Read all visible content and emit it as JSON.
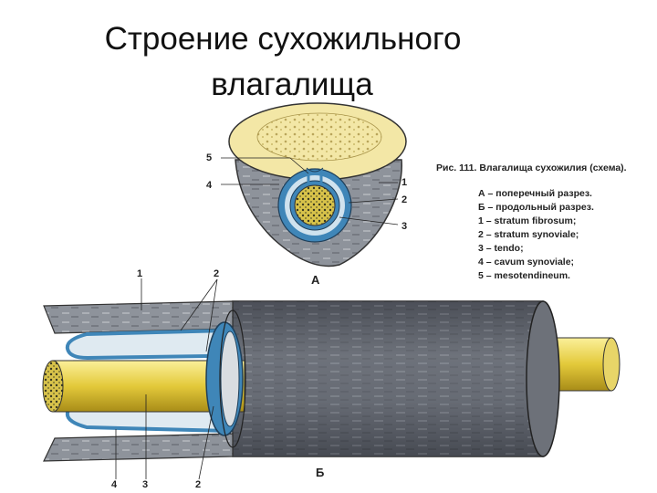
{
  "title": {
    "line1": "Строение сухожильного",
    "line2": "влагалища"
  },
  "figure_caption": "Рис. 111. Влагалища сухожилия (схема).",
  "legend": [
    "А – поперечный разрез.",
    "Б – продольный разрез.",
    "1 – stratum fibrosum;",
    "2 – stratum synoviale;",
    "3 – tendo;",
    "4 – cavum synoviale;",
    "5 – mesotendineum."
  ],
  "cross_section": {
    "letter": "А",
    "labels": {
      "n5": "5",
      "n4": "4",
      "n1": "1",
      "n2": "2",
      "n3": "3"
    }
  },
  "longitudinal_section": {
    "letter": "Б",
    "labels": {
      "top1": "1",
      "top2": "2",
      "bot4": "4",
      "bot3": "3",
      "bot2": "2"
    }
  },
  "colors": {
    "bone": "#f3e7a6",
    "sheath": "#8a8f96",
    "synovial": "#3f86b8",
    "tendon": "#e3c93a",
    "fibrous_dark": "#4a4d55"
  }
}
